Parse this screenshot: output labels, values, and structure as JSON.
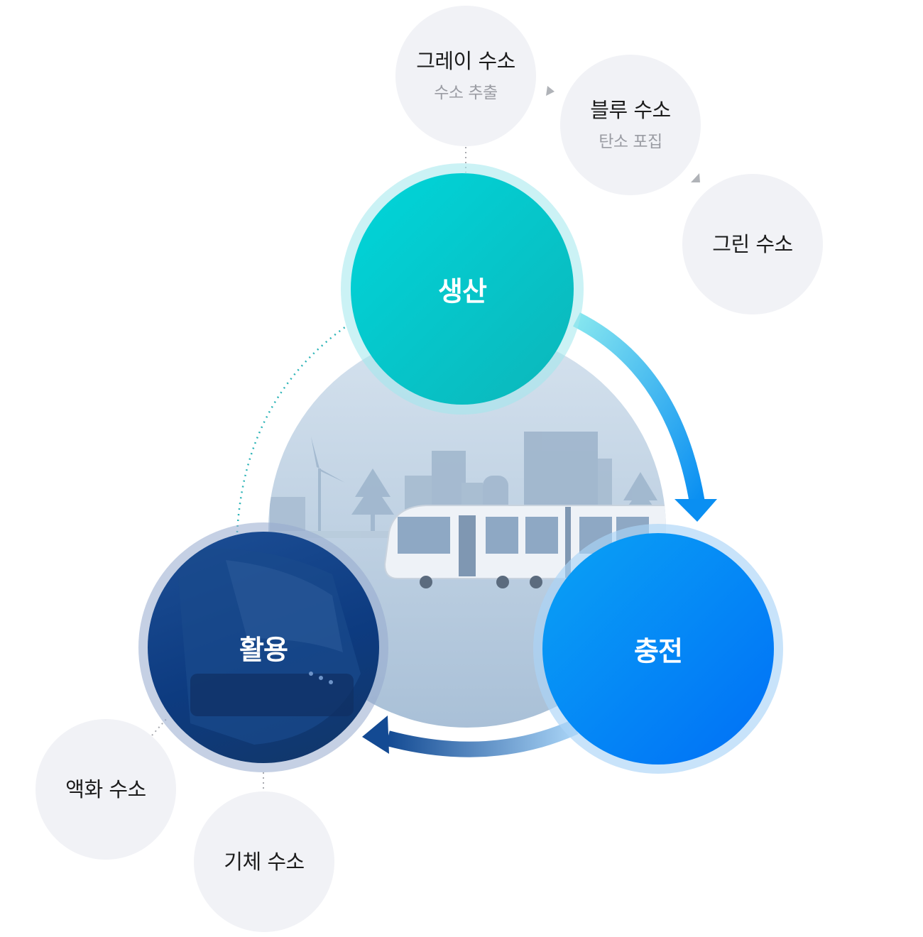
{
  "center": {
    "production": "생산",
    "charging": "충전",
    "utilization": "활용"
  },
  "production_types": {
    "gray": {
      "title": "그레이 수소",
      "subtitle": "수소 추출"
    },
    "blue": {
      "title": "블루 수소",
      "subtitle": "탄소 포집"
    },
    "green": {
      "title": "그린 수소"
    }
  },
  "utilization_types": {
    "liquid": {
      "title": "액화 수소"
    },
    "gas": {
      "title": "기체 수소"
    }
  },
  "colors": {
    "production": "#14c4c8",
    "charging": "#0a8cf2",
    "utilization": "#123f86",
    "satellite": "#f1f2f6",
    "hub": "#b4c8dc"
  }
}
